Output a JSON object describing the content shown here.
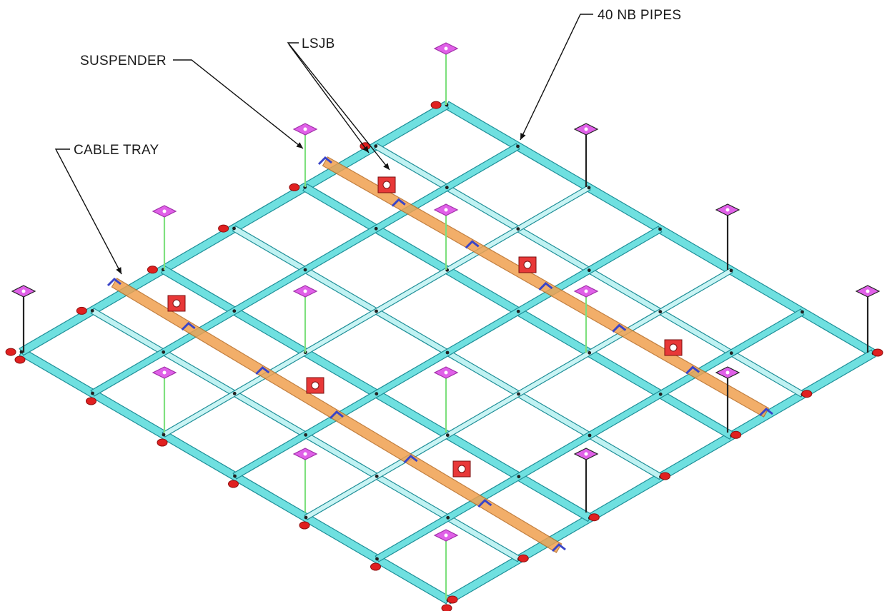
{
  "diagram": {
    "labels": {
      "pipes": "40 NB PIPES",
      "lsjb": "LSJB",
      "suspender": "SUSPENDER",
      "cable_tray": "CABLE TRAY"
    },
    "colors": {
      "pipe_fill": "#6fe0e0",
      "pipe_edge": "#1f8f98",
      "pipe_end_cap": "#e02020",
      "tray_fill": "#f0a050",
      "tray_edge": "#b86a20",
      "lsjb_fill": "#e83838",
      "clamp": "#3a45c8",
      "suspender_plate": "#e060e8",
      "suspender_rod_green": "#7ee07e",
      "suspender_rod_dark": "#222222",
      "leader_line": "#111111"
    }
  }
}
